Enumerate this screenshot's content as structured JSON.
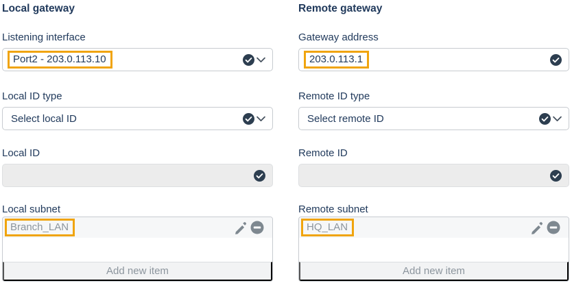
{
  "theme": {
    "navy": "#213A5C",
    "icon-navy": "#2D3E50",
    "chevron": "#45515E",
    "border": "#C7CBD0",
    "disabled-bg": "#ECECEC",
    "gray-text": "#8C959D",
    "gray-icon": "#7E8890",
    "highlight": "#F0A40D"
  },
  "icons": {
    "valid": "check-circle",
    "dropdown": "chevron-down",
    "edit": "pencil",
    "remove": "minus-circle"
  },
  "columns": [
    {
      "heading": "Local gateway",
      "field1_label": "Listening interface",
      "field1_value": "Port2 - 203.0.113.10",
      "field2_label": "Local ID type",
      "field2_value": "Select local ID",
      "field3_label": "Local ID",
      "field3_value": "",
      "subnet_label": "Local subnet",
      "subnet_item": "Branch_LAN",
      "add_button": "Add new item"
    },
    {
      "heading": "Remote gateway",
      "field1_label": "Gateway address",
      "field1_value": "203.0.113.1",
      "field2_label": "Remote ID type",
      "field2_value": "Select remote ID",
      "field3_label": "Remote ID",
      "field3_value": "",
      "subnet_label": "Remote subnet",
      "subnet_item": "HQ_LAN",
      "add_button": "Add new item"
    }
  ]
}
